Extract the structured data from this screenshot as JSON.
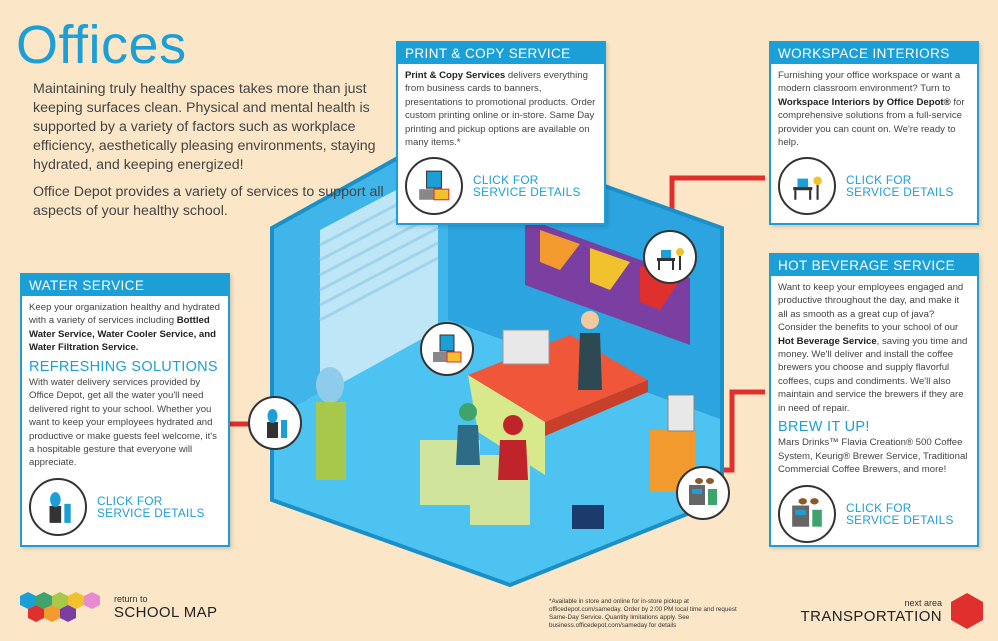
{
  "title": "Offices",
  "intro": {
    "p1": "Maintaining truly healthy spaces takes more than just keeping surfaces clean. Physical and mental health is supported by a variety of factors such as workplace efficiency, aesthetically pleasing environments, staying hydrated, and keeping energized!",
    "p2": "Office Depot provides a variety of services to support all aspects of your healthy school."
  },
  "water": {
    "heading": "WATER SERVICE",
    "text": "Keep your organization healthy and hydrated with a variety of services including ",
    "bold": "Bottled Water Service, Water Cooler Service, and Water Filtration Service.",
    "sub_heading": "REFRESHING SOLUTIONS",
    "sub_text": "With water delivery services provided by Office Depot, get all the water you'll need delivered right to your school. Whether you want to keep your employees hydrated and productive or make guests feel welcome, it's a hospitable gesture that everyone will appreciate.",
    "cta_line1": "CLICK FOR",
    "cta_line2": "SERVICE DETAILS"
  },
  "print": {
    "heading": "PRINT & COPY SERVICE",
    "bold": "Print & Copy Services",
    "text": " delivers everything from business cards to banners, presentations to promotional products. Order custom printing online or in-store. Same Day printing and pickup options are available on many items.*",
    "cta_line1": "CLICK FOR",
    "cta_line2": "SERVICE DETAILS"
  },
  "workspace": {
    "heading": "WORKSPACE INTERIORS",
    "text1": "Furnishing your office workspace or want a modern classroom environment? Turn to ",
    "bold": "Workspace Interiors by Office Depot®",
    "text2": " for comprehensive solutions from a full-service provider you can count on. We're ready to help.",
    "cta_line1": "CLICK FOR",
    "cta_line2": "SERVICE DETAILS"
  },
  "beverage": {
    "heading": "HOT BEVERAGE SERVICE",
    "text1": "Want to keep your employees engaged and productive throughout the day, and make it all as smooth as a great cup of java? Consider the benefits to your school of our ",
    "bold": "Hot Beverage Service",
    "text2": ", saving you time and money. We'll deliver and install the coffee brewers you choose and supply flavorful coffees, cups and condiments. We'll also maintain and service the brewers if they are in need of repair.",
    "sub_heading": "BREW IT UP!",
    "sub_text": "Mars Drinks™ Flavia Creation® 500 Coffee System, Keurig® Brewer Service, Traditional Commercial Coffee Brewers, and more!",
    "cta_line1": "CLICK FOR",
    "cta_line2": "SERVICE DETAILS"
  },
  "nav": {
    "back_small": "return to",
    "back_big": "SCHOOL MAP",
    "next_small": "next area",
    "next_big": "TRANSPORTATION"
  },
  "footnote": "*Available in store and online for in-store pickup at officedepot.com/sameday. Order by 2:00 PM local time and request Same-Day Service. Quantity limitations apply. See business.officedepot.com/sameday for details",
  "colors": {
    "accent": "#1b9fd6",
    "connector": "#e0302e",
    "background": "#fbe7c8"
  }
}
